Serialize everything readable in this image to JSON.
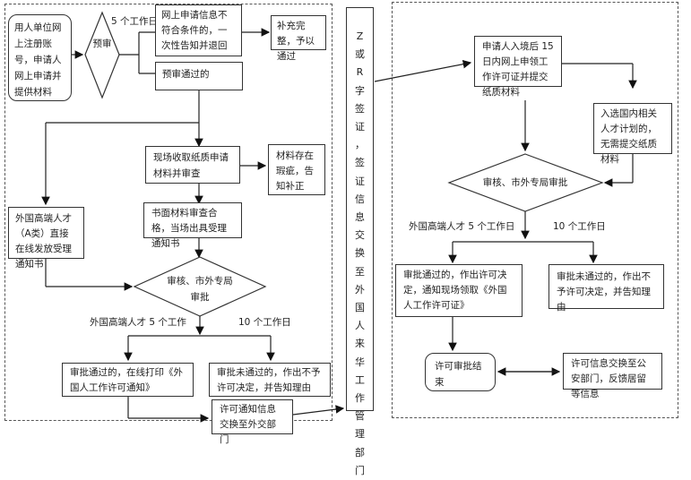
{
  "left_flow": {
    "start": "用人单位网上注册账号，申请人网上申请并提供材料",
    "precheck_diamond": "预审",
    "precheck_days": "5 个工作日",
    "reject_online": "网上申请信息不符合条件的，一次性告知并退回",
    "supplement": "补充完整，予以通过",
    "precheck_pass": "预审通过的",
    "onsite_collect": "现场收取纸质申请材料并审查",
    "material_defect": "材料存在瑕疵，告知补正",
    "written_pass": "书面材料审查合格，当场出具受理通知书",
    "class_a_direct": "外国高端人才（A类）直接在线发放受理通知书",
    "review_diamond": "审核、市外专局审批",
    "high_end_days": "外国高端人才 5 个工作",
    "normal_days": "10 个工作日",
    "approved_print": "审批通过的，在线打印《外国人工作许可通知》",
    "rejected": "审批未通过的，作出不予许可决定，并告知理由",
    "exchange_foreign_affairs": "许可通知信息交换至外交部门"
  },
  "middle_column": {
    "visa_exchange_chars": [
      "Z",
      "或",
      "R",
      "字",
      "签",
      "证",
      "，",
      "签",
      "证",
      "信",
      "息",
      "交",
      "换",
      "至",
      "外",
      "国",
      "人",
      "来",
      "华",
      "工",
      "作",
      "管",
      "理",
      "部",
      "门"
    ]
  },
  "right_flow": {
    "apply_after_entry": "申请人入境后 15 日内网上申领工作许可证并提交纸质材料",
    "talent_plan_exempt": "入选国内相关人才计划的，无需提交纸质材料",
    "review_diamond": "审核、市外专局审批",
    "high_end_days": "外国高端人才 5 个工作日",
    "normal_days": "10 个工作日",
    "approved_collect": "审批通过的，作出许可决定，通知现场领取《外国人工作许可证》",
    "rejected": "审批未通过的，作出不予许可决定，并告知理由",
    "end": "许可审批结束",
    "exchange_police": "许可信息交换至公安部门，反馈居留等信息"
  }
}
